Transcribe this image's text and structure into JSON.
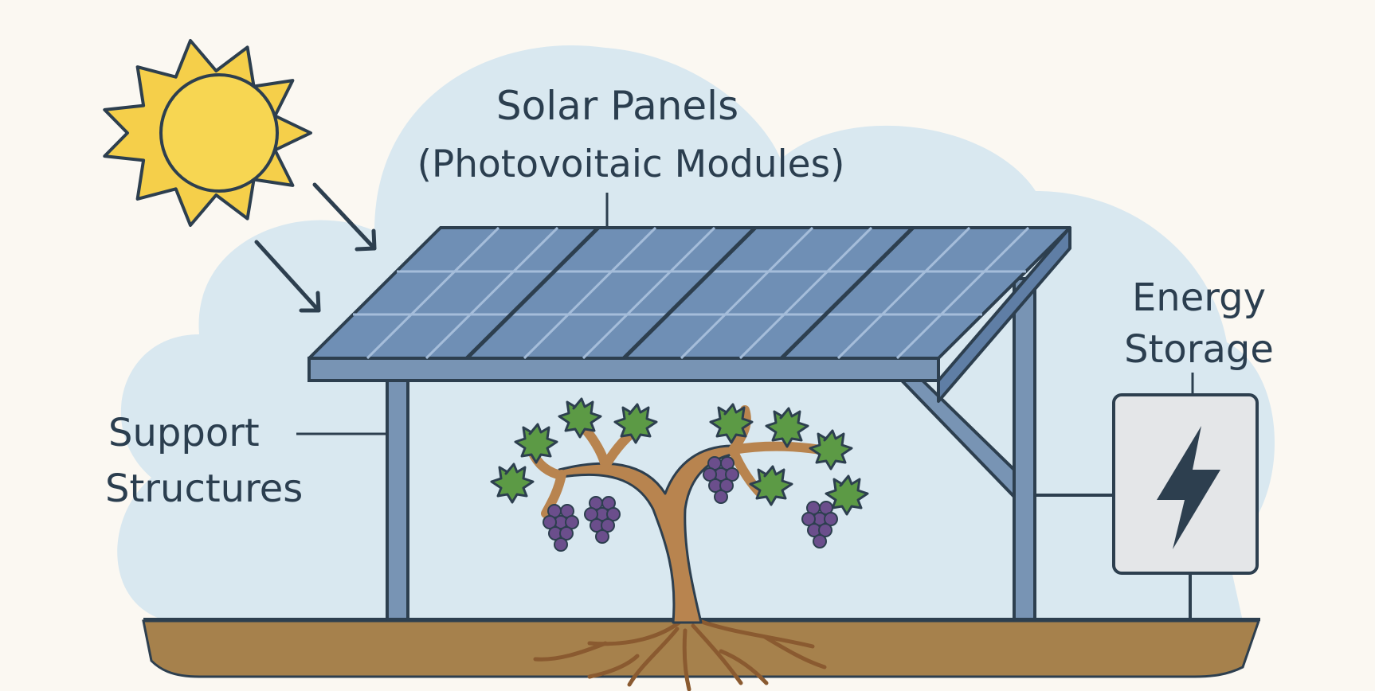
{
  "labels": {
    "solar_line1": "Solar Panels",
    "solar_line2": "(Photovoitaic Modules)",
    "support_line1": "Support",
    "support_line2": "Structures",
    "storage_line1": "Energy",
    "storage_line2": "Storage"
  },
  "colors": {
    "background": "#fbf8f2",
    "sky_cloud": "#d9e8f0",
    "sun": "#f5cf4a",
    "panel": "#6f8fb5",
    "frame": "#7894b4",
    "outline": "#2d3f4f",
    "soil": "#a6814c",
    "grapes": "#6b4e8c",
    "leaves": "#5c9a45",
    "storage_box": "#e4e6e8"
  },
  "icons": {
    "sun": "sun-icon",
    "storage": "lightning-bolt-icon"
  }
}
